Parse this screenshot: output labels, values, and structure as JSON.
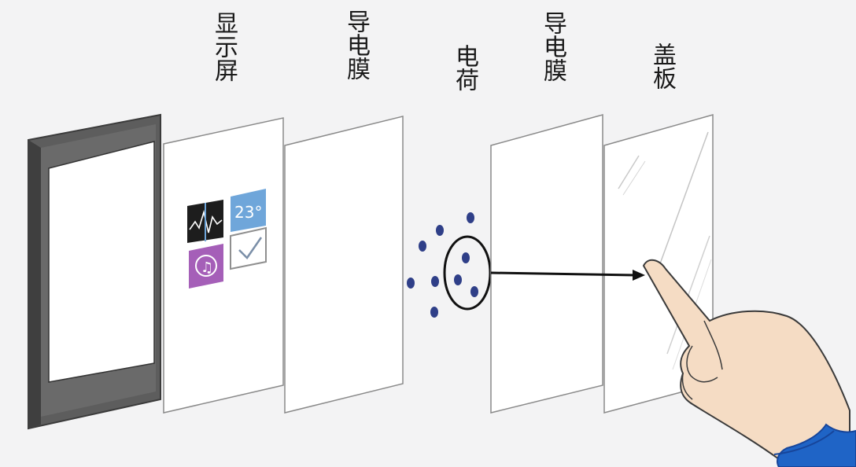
{
  "labels": {
    "display": "显示屏",
    "conductive_film_1": "导电膜",
    "charge": "电荷",
    "conductive_film_2": "导电膜",
    "cover": "盖板"
  },
  "icons": {
    "temperature_tile": "23°"
  },
  "colors": {
    "background": "#f3f3f4",
    "device_frame": "#5d5d5d",
    "charge_dot": "#2f3f88",
    "music_tile": "#a55fb8",
    "weather_tile": "#6fa6da",
    "sleeve": "#1f64c6",
    "skin": "#f5dcc4"
  }
}
